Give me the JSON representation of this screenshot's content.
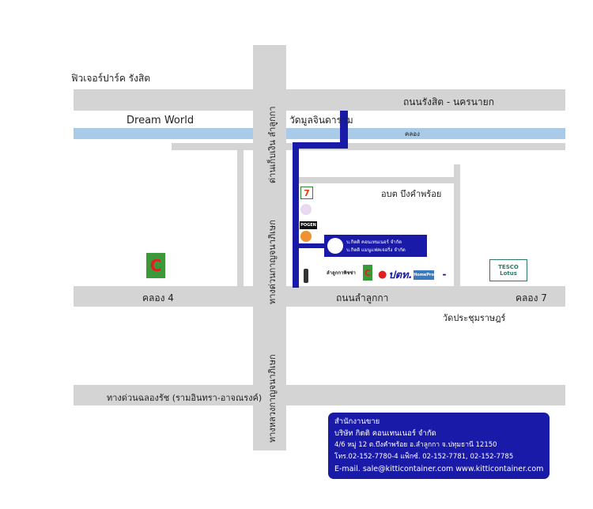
{
  "labels": {
    "future_park": "ฟิวเจอร์ปาร์ค รังสิต",
    "rangsit_road": "ถนนรังสิต - นครนายก",
    "dream_world": "Dream World",
    "canal": "คลอง",
    "wat_mool": "วัดมูลจินดาราม",
    "toll_gate": "ด่านเก็บเงิน ลำลูกกา",
    "expressway": "ทางด่วนกาญจนาภิเษก",
    "highway": "ทางหลวงกาญจนาภิเษก",
    "obt": "อบต บึงคำพร้อย",
    "khlong4": "คลอง 4",
    "lamlukka_road": "ถนนลำลูกกา",
    "khlong7": "คลอง 7",
    "wat_prachum": "วัดประชุมราษฎร์",
    "chalong_rat": "ทางด่วนฉลองรัช (รามอินทรา-อาจณรงค์)",
    "pizza": "ลำลูกกาพิซซ่า",
    "ptt": "ปตท.",
    "tesco_lotus": "TESCO Lotus"
  },
  "company_sign": {
    "line1": "บ.กิตติ คอนเทนเนอร์ จำกัด",
    "line2": "บ.กิตติ แมนูแฟคเจอริ่ง จำกัด"
  },
  "info": {
    "title": "สำนักงานขาย",
    "company": "บริษัท กิตติ คอนเทนเนอร์ จำกัด",
    "address": "4/6 หมู่ 12 ต.บึงคำพร้อย  อ.ลำลูกกา  จ.ปทุมธานี 12150",
    "phone": "โทร.02-152-7780-4  แฟ็กซ์. 02-152-7781, 02-152-7785",
    "email_web": "E-mail. sale@kitticontainer.com   www.kitticontainer.com"
  },
  "colors": {
    "road": "#d4d4d4",
    "canal": "#a9cbe8",
    "route": "#1a1aa8"
  }
}
